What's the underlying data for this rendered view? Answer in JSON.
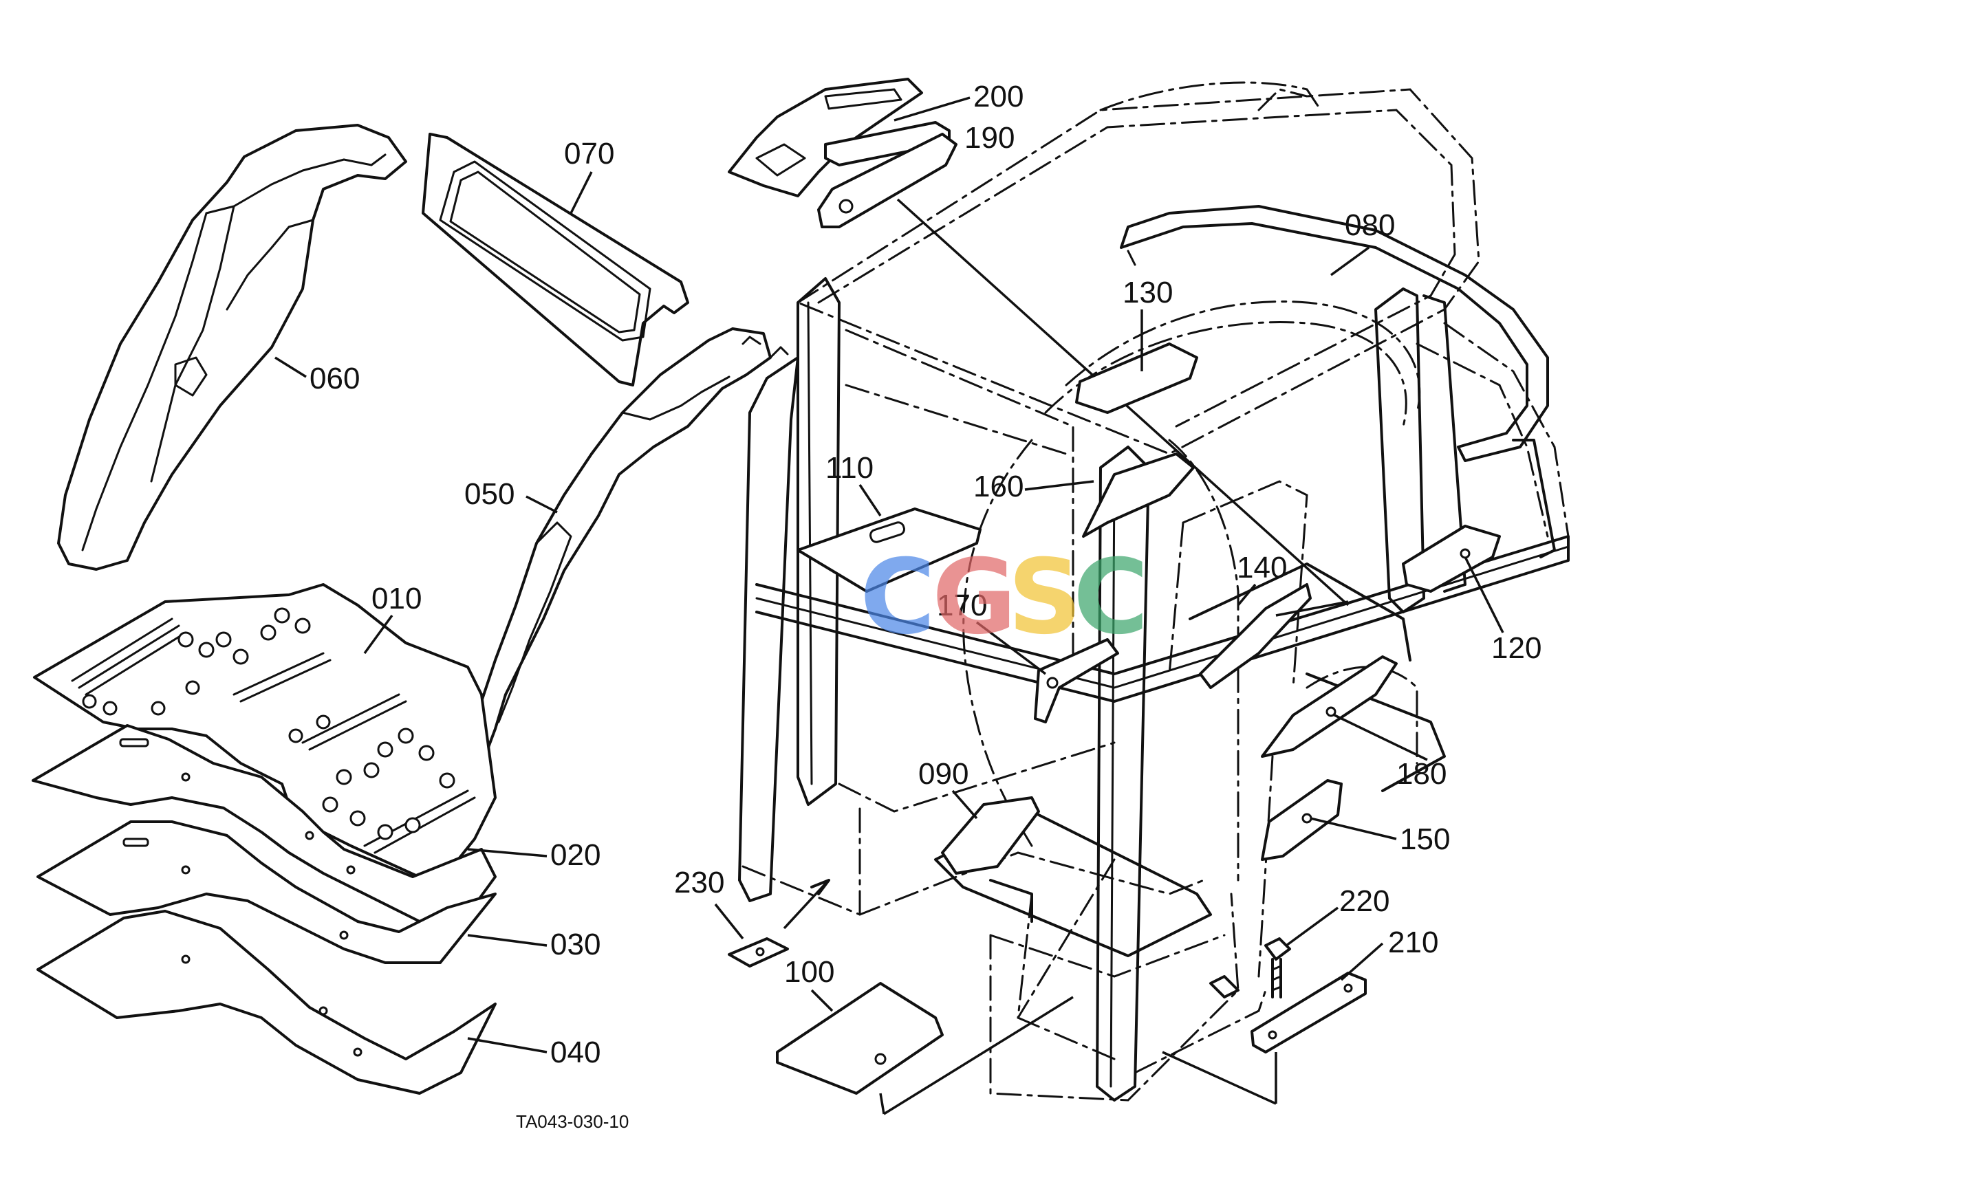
{
  "figure_code": "TA043-030-10",
  "watermark": {
    "letters": [
      "C",
      "G",
      "S",
      "C"
    ],
    "colors": [
      "#4a86e8",
      "#e06666",
      "#f1c232",
      "#3aa56a"
    ]
  },
  "callouts": {
    "c010": "010",
    "c020": "020",
    "c030": "030",
    "c040": "040",
    "c050": "050",
    "c060": "060",
    "c070": "070",
    "c080": "080",
    "c090": "090",
    "c100": "100",
    "c110": "110",
    "c120": "120",
    "c130": "130",
    "c140": "140",
    "c150": "150",
    "c160": "160",
    "c170": "170",
    "c180": "180",
    "c190": "190",
    "c200": "200",
    "c210": "210",
    "c220": "220",
    "c230": "230"
  }
}
